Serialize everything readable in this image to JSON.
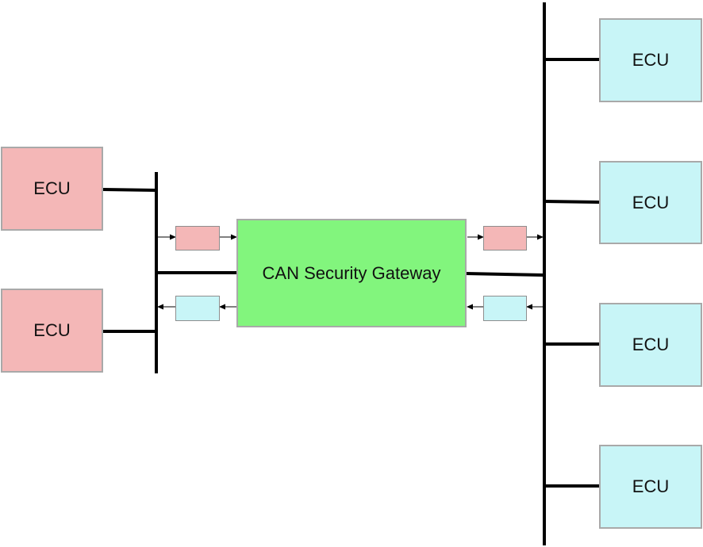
{
  "gateway": {
    "label": "CAN Security Gateway"
  },
  "left_ecus": [
    {
      "label": "ECU"
    },
    {
      "label": "ECU"
    }
  ],
  "right_ecus": [
    {
      "label": "ECU"
    },
    {
      "label": "ECU"
    },
    {
      "label": "ECU"
    },
    {
      "label": "ECU"
    }
  ],
  "colors": {
    "left_ecu": "#f4b7b7",
    "right_ecu": "#c8f5f7",
    "gateway": "#82f57d",
    "bus_line": "#000000"
  }
}
